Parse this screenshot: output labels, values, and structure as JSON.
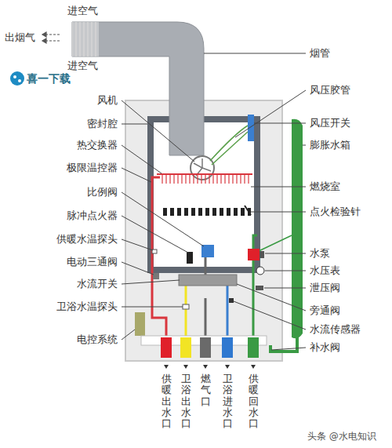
{
  "diagram": {
    "labels": [
      "进空气",
      "出烟气",
      "进空气",
      "喜一下载",
      "烟管",
      "风机",
      "风压胶管",
      "密封腔",
      "风压开关",
      "热交换器",
      "膨胀水箱",
      "极限温控器",
      "燃烧室",
      "比例阀",
      "点火检验针",
      "脉冲点火器",
      "供暖水温探头",
      "水泵",
      "电动三通阀",
      "水压表",
      "泄压阀",
      "水流开关",
      "旁通阀",
      "卫浴水温探头",
      "水流传感器",
      "电控系统",
      "补水阀",
      "供暖出水口",
      "卫浴出水口",
      "燃气口",
      "卫浴进水口",
      "供暖回水口",
      "头条 @水电知识"
    ]
  }
}
